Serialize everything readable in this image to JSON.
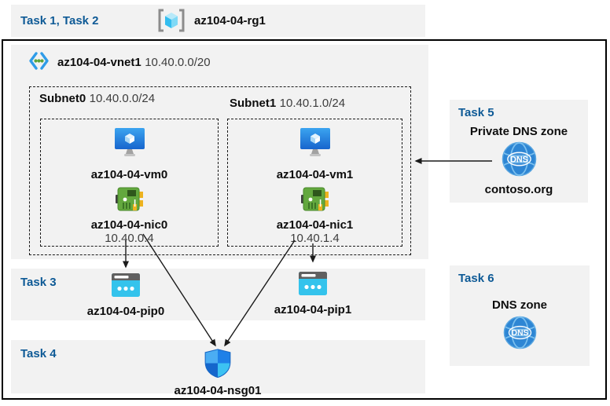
{
  "header": {
    "task_label": "Task 1, Task 2",
    "rg_name": "az104-04-rg1"
  },
  "vnet": {
    "name": "az104-04-vnet1",
    "cidr": "10.40.0.0/20",
    "subnets": [
      {
        "name": "Subnet0",
        "cidr": "10.40.0.0/24",
        "vm": "az104-04-vm0",
        "nic": "az104-04-nic0",
        "ip": "10.40.0.4"
      },
      {
        "name": "Subnet1",
        "cidr": "10.40.1.0/24",
        "vm": "az104-04-vm1",
        "nic": "az104-04-nic1",
        "ip": "10.40.1.4"
      }
    ]
  },
  "task3": {
    "label": "Task 3",
    "pips": [
      "az104-04-pip0",
      "az104-04-pip1"
    ]
  },
  "task4": {
    "label": "Task 4",
    "nsg": "az104-04-nsg01"
  },
  "task5": {
    "label": "Task 5",
    "title": "Private DNS zone",
    "zone": "contoso.org",
    "dns_icon_text": "DNS"
  },
  "task6": {
    "label": "Task 6",
    "title": "DNS zone",
    "dns_icon_text": "DNS"
  },
  "icons": {
    "resource_group": "resource-group-icon",
    "virtual_network": "vnet-icon",
    "virtual_machine": "vm-icon",
    "network_interface": "nic-icon",
    "public_ip": "public-ip-icon",
    "network_security_group": "nsg-shield-icon",
    "dns_zone": "dns-globe-icon"
  },
  "colors": {
    "task_label_blue": "#0e5a96",
    "panel_gray": "#f2f2f2",
    "frame_black": "#000000",
    "pip_cyan": "#34c3ec",
    "nic_green": "#63a83e",
    "vm_blue": "#1f7fe0",
    "dns_blue": "#2e86d4",
    "arrow_black": "#1a1a1a"
  }
}
